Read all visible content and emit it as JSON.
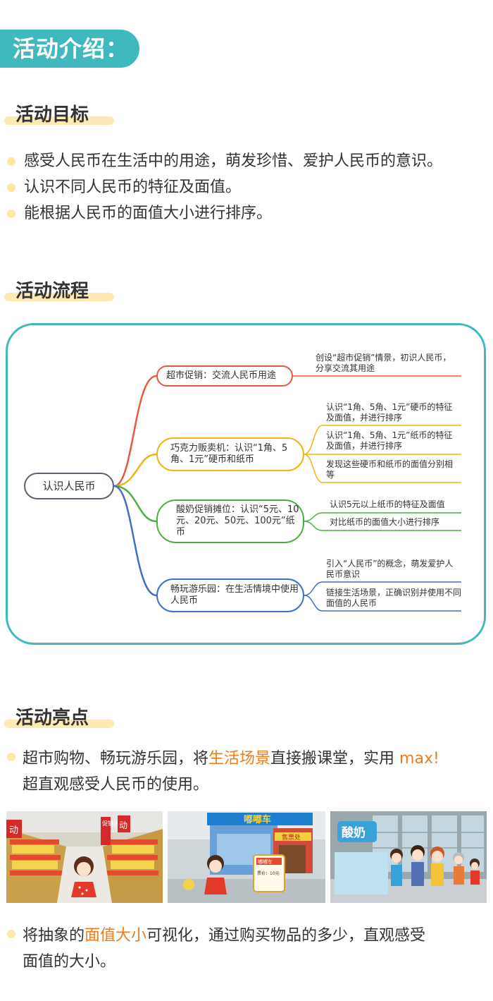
{
  "header": {
    "badge": "活动介绍："
  },
  "goals": {
    "title": "活动目标",
    "items": [
      "感受人民币在生活中的用途，萌发珍惜、爱护人民币的意识。",
      "认识不同人民币的特征及面值。",
      "能根据人民币的面值大小进行排序。"
    ]
  },
  "flow": {
    "title": "活动流程",
    "root": "认识人民币",
    "branches": [
      {
        "label": "超市促销：交流人民币用途",
        "color": "#e8593c",
        "leaves": [
          "创设“超市促销”情景，初识人民币，分享交流其用途"
        ]
      },
      {
        "label": "巧克力贩卖机：认识“1角、5角、1元”硬币和纸币",
        "color": "#f5b30f",
        "leaves": [
          "认识“1角、5角、1元”硬币的特征及面值，并进行排序",
          "认识“1角、5角、1元”纸币的特征及面值，并进行排序",
          "发现这些硬币和纸币的面值分别相等"
        ]
      },
      {
        "label": "酸奶促销摊位：认识“5元、10元、20元、50元、100元”纸币",
        "color": "#4cae45",
        "leaves": [
          "认识5元以上纸币的特征及面值",
          "对比纸币的面值大小进行排序"
        ]
      },
      {
        "label": "畅玩游乐园：在生活情境中使用人民币",
        "color": "#3f6fc6",
        "leaves": [
          "引入“人民币”的概念，萌发爱护人民币意识",
          "链接生活场景，正确识别并使用不同面值的人民币"
        ]
      }
    ]
  },
  "highlights": {
    "title": "活动亮点",
    "p1": {
      "pre": "超市购物、畅玩游乐园，将",
      "hl1": "生活场景",
      "mid": "直接搬课堂，实用 ",
      "hl2": "max!",
      "line2": "超直观感受人民币的使用。"
    },
    "photos": {
      "p1_sign1": "动",
      "p1_sign2": "促销活动",
      "p1_sign3": "动",
      "p2_sign": "嘟嘟车",
      "p2_sub": "售票处",
      "p2_board": "嘟嘟车",
      "p2_board_sub": "票价：10元",
      "p3_sign": "酸奶"
    },
    "p2": {
      "pre": "将抽象的",
      "hl": "面值大小",
      "post": "可视化，通过购买物品的多少，直观感受",
      "line2": "面值的大小。"
    }
  },
  "colors": {
    "teal": "#3fb9bd",
    "highlight": "#f07b1b",
    "bullet": "#fde7a5"
  }
}
